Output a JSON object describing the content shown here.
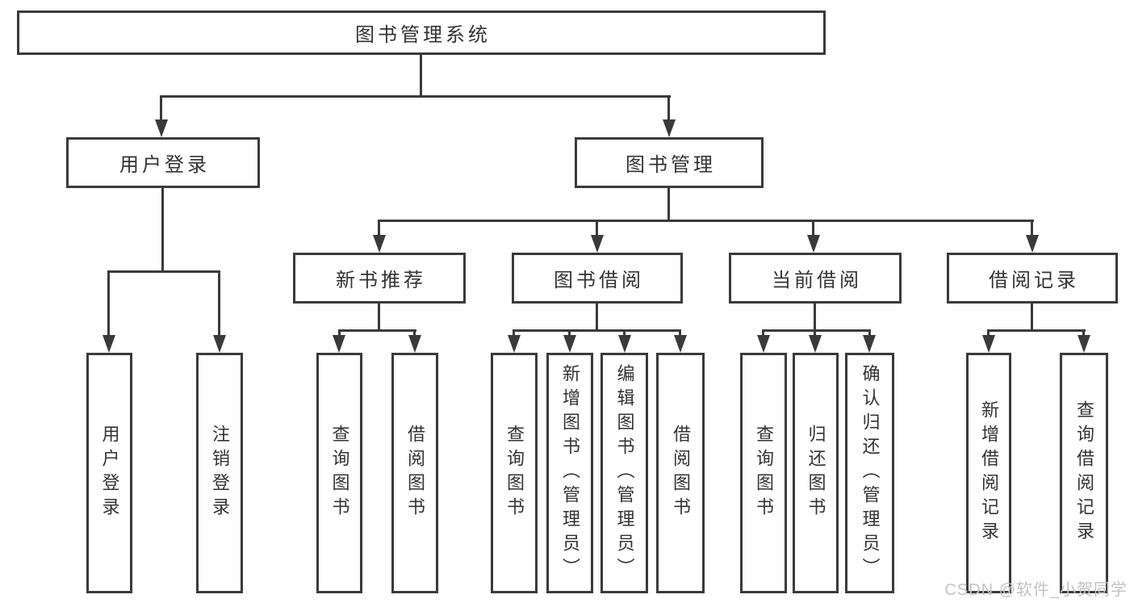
{
  "diagram_title": "图书管理系统",
  "tree": {
    "label": "图书管理系统",
    "children": [
      {
        "label": "用户登录",
        "children": [
          {
            "label": "用户登录"
          },
          {
            "label": "注销登录"
          }
        ]
      },
      {
        "label": "图书管理",
        "children": [
          {
            "label": "新书推荐",
            "children": [
              {
                "label": "查询图书"
              },
              {
                "label": "借阅图书"
              }
            ]
          },
          {
            "label": "图书借阅",
            "children": [
              {
                "label": "查询图书"
              },
              {
                "label": "新增图书（管理员）"
              },
              {
                "label": "编辑图书（管理员）"
              },
              {
                "label": "借阅图书"
              }
            ]
          },
          {
            "label": "当前借阅",
            "children": [
              {
                "label": "查询图书"
              },
              {
                "label": "归还图书"
              },
              {
                "label": "确认归还（管理员）"
              }
            ]
          },
          {
            "label": "借阅记录",
            "children": [
              {
                "label": "新增借阅记录"
              },
              {
                "label": "查询借阅记录"
              }
            ]
          }
        ]
      }
    ]
  },
  "watermark": "CSDN @软件_小贺同学",
  "colors": {
    "line": "#3a3a3a",
    "text": "#333333",
    "watermark": "#c3c3c3",
    "background": "#ffffff"
  }
}
